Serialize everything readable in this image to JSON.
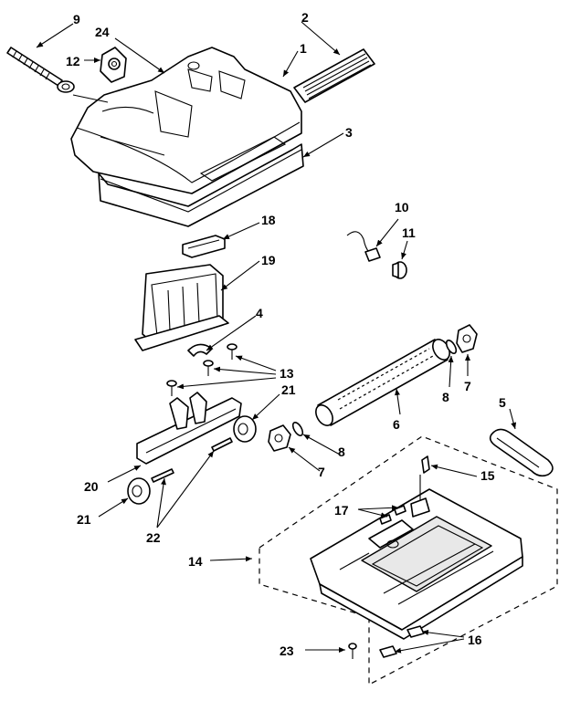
{
  "labels": {
    "l1": "1",
    "l2": "2",
    "l3": "3",
    "l4": "4",
    "l5": "5",
    "l6": "6",
    "l7a": "7",
    "l7b": "7",
    "l8a": "8",
    "l8b": "8",
    "l9": "9",
    "l10": "10",
    "l11": "11",
    "l12": "12",
    "l13": "13",
    "l14": "14",
    "l15": "15",
    "l16": "16",
    "l17": "17",
    "l18": "18",
    "l19": "19",
    "l20": "20",
    "l21a": "21",
    "l21b": "21",
    "l22": "22",
    "l23": "23",
    "l24": "24"
  },
  "colors": {
    "ink": "#000000",
    "paper": "#ffffff",
    "shade": "#e8e8e8"
  }
}
